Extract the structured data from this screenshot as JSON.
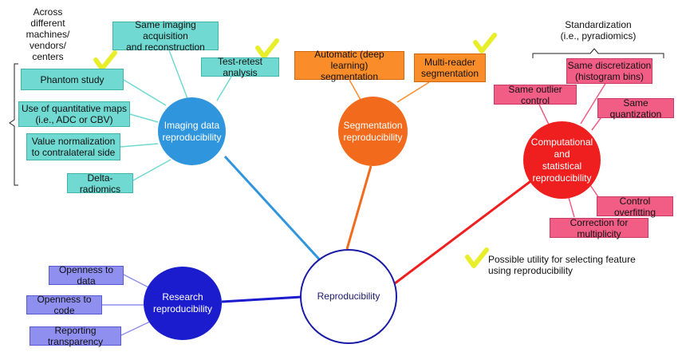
{
  "across_note": "Across\ndifferent\nmachines/\nvendors/\ncenters",
  "standardization_note": "Standardization\n(i.e., pyradiomics)",
  "hubs": {
    "imaging": "Imaging data\nreproducibility",
    "segmentation": "Segmentation\nreproducibility",
    "computational": "Computational and\nstatistical\nreproducibility",
    "research": "Research\nreproducibility",
    "center": "Reproducibility"
  },
  "imaging_items": {
    "same_imaging": "Same imaging acquisition\nand reconstruction",
    "test_retest": "Test-retest analysis",
    "phantom": "Phantom study",
    "quant_maps": "Use of quantitative maps\n(i.e., ADC or CBV)",
    "value_norm": "Value normalization\nto contralateral side",
    "delta": "Delta-radiomics"
  },
  "segmentation_items": {
    "automatic": "Automatic (deep learning)\nsegmentation",
    "multi_reader": "Multi-reader\nsegmentation"
  },
  "computational_items": {
    "discretization": "Same discretization\n(histogram bins)",
    "outlier": "Same outlier control",
    "quantization": "Same quantization",
    "overfitting": "Control overfitting",
    "multiplicity": "Correction for multiplicity"
  },
  "research_items": {
    "openness_data": "Openness to data",
    "openness_code": "Openness to code",
    "reporting": "Reporting transparency"
  },
  "legend": {
    "text": "Possible utility for selecting feature\nusing reproducibility",
    "check_color": "#e8ee2a"
  },
  "colors": {
    "imaging": "#2f96dd",
    "segmentation": "#f26a1b",
    "computational": "#f01f1f",
    "research": "#1c1ccf",
    "center_border": "#1a1aa8"
  }
}
